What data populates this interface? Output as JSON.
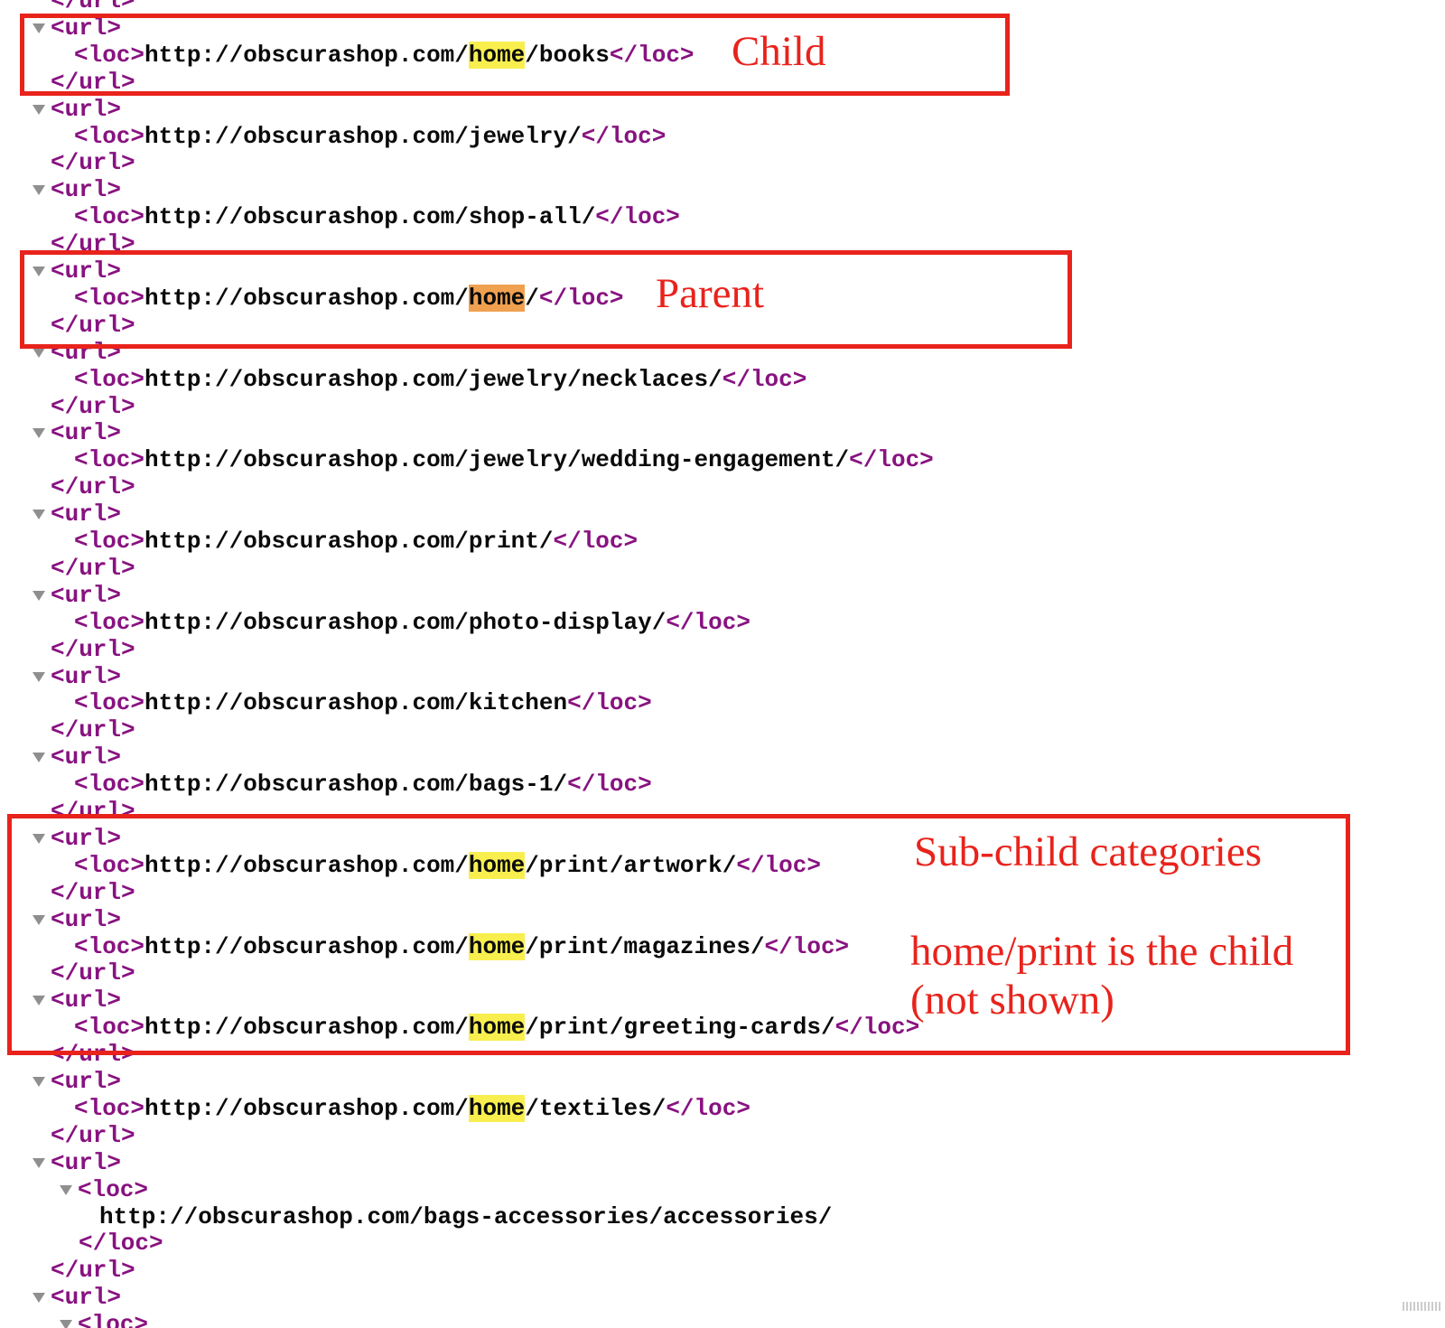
{
  "colors": {
    "annotation_red": "#e8231c",
    "tag_purple": "#881280",
    "highlight_yellow": "#f8ef4f",
    "highlight_orange": "#f0a150",
    "arrow_gray": "#8f8f8f",
    "text_black": "#0a0a0a"
  },
  "xml": {
    "tags": {
      "url_open": "<url>",
      "url_close": "</url>",
      "loc_open": "<loc>",
      "loc_close": "</loc>"
    },
    "lines": [
      {
        "kind": "url_close"
      },
      {
        "kind": "url_open"
      },
      {
        "kind": "loc",
        "pre": "http://obscurashop.com/",
        "hl": "home",
        "hl_style": "yellow",
        "post": "/books"
      },
      {
        "kind": "url_close"
      },
      {
        "kind": "url_open"
      },
      {
        "kind": "loc",
        "pre": "http://obscurashop.com/jewelry/"
      },
      {
        "kind": "url_close"
      },
      {
        "kind": "url_open"
      },
      {
        "kind": "loc",
        "pre": "http://obscurashop.com/shop-all/"
      },
      {
        "kind": "url_close"
      },
      {
        "kind": "url_open"
      },
      {
        "kind": "loc",
        "pre": "http://obscurashop.com/",
        "hl": "home",
        "hl_style": "orange",
        "post": "/"
      },
      {
        "kind": "url_close"
      },
      {
        "kind": "url_open"
      },
      {
        "kind": "loc",
        "pre": "http://obscurashop.com/jewelry/necklaces/"
      },
      {
        "kind": "url_close"
      },
      {
        "kind": "url_open"
      },
      {
        "kind": "loc",
        "pre": "http://obscurashop.com/jewelry/wedding-engagement/"
      },
      {
        "kind": "url_close"
      },
      {
        "kind": "url_open"
      },
      {
        "kind": "loc",
        "pre": "http://obscurashop.com/print/"
      },
      {
        "kind": "url_close"
      },
      {
        "kind": "url_open"
      },
      {
        "kind": "loc",
        "pre": "http://obscurashop.com/photo-display/"
      },
      {
        "kind": "url_close"
      },
      {
        "kind": "url_open"
      },
      {
        "kind": "loc",
        "pre": "http://obscurashop.com/kitchen"
      },
      {
        "kind": "url_close"
      },
      {
        "kind": "url_open"
      },
      {
        "kind": "loc",
        "pre": "http://obscurashop.com/bags-1/"
      },
      {
        "kind": "url_close"
      },
      {
        "kind": "url_open"
      },
      {
        "kind": "loc",
        "pre": "http://obscurashop.com/",
        "hl": "home",
        "hl_style": "yellow",
        "post": "/print/artwork/"
      },
      {
        "kind": "url_close"
      },
      {
        "kind": "url_open"
      },
      {
        "kind": "loc",
        "pre": "http://obscurashop.com/",
        "hl": "home",
        "hl_style": "yellow",
        "post": "/print/magazines/"
      },
      {
        "kind": "url_close"
      },
      {
        "kind": "url_open"
      },
      {
        "kind": "loc",
        "pre": "http://obscurashop.com/",
        "hl": "home",
        "hl_style": "yellow",
        "post": "/print/greeting-cards/"
      },
      {
        "kind": "url_close"
      },
      {
        "kind": "url_open"
      },
      {
        "kind": "loc",
        "pre": "http://obscurashop.com/",
        "hl": "home",
        "hl_style": "yellow",
        "post": "/textiles/"
      },
      {
        "kind": "url_close"
      },
      {
        "kind": "url_open"
      },
      {
        "kind": "loc_open"
      },
      {
        "kind": "loc_text",
        "text": "http://obscurashop.com/bags-accessories/accessories/"
      },
      {
        "kind": "loc_close"
      },
      {
        "kind": "url_close"
      },
      {
        "kind": "url_open"
      },
      {
        "kind": "loc_open"
      }
    ]
  },
  "annotations": {
    "child_label": "Child",
    "parent_label": "Parent",
    "subchild_label": "Sub-child categories",
    "subchild_note_line1": "home/print is the child",
    "subchild_note_line2": "(not shown)"
  }
}
